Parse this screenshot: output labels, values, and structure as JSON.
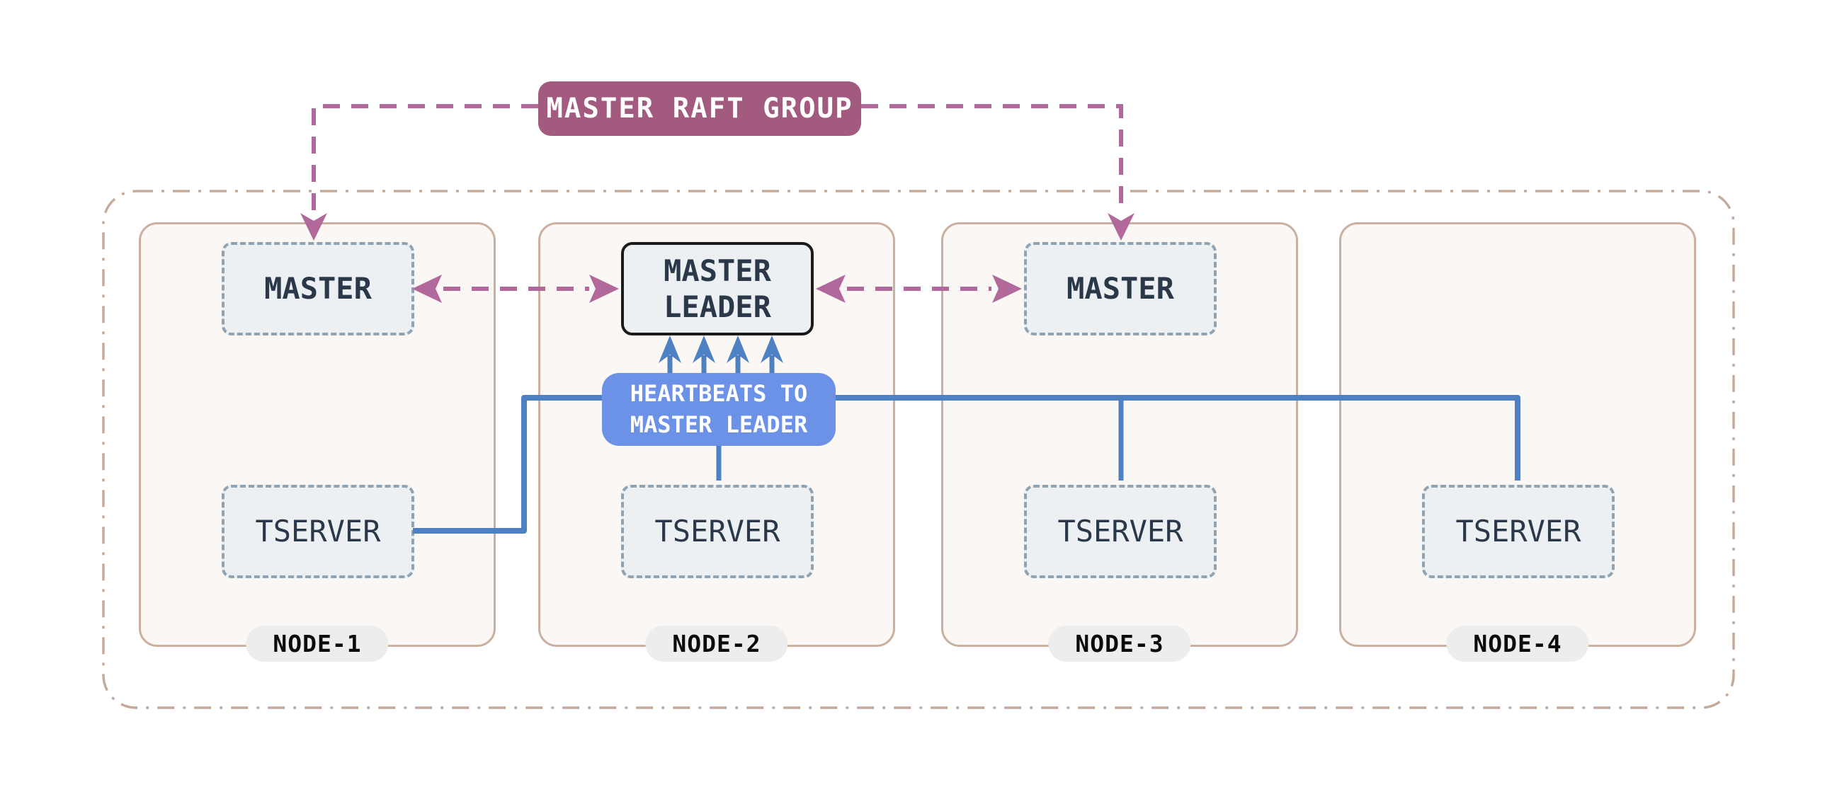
{
  "colors": {
    "mauve-fill": "#A25A7E",
    "mauve-line": "#B0699A",
    "blue-line": "#4E81C3",
    "blue-box": "#6B92E6",
    "node-border": "#C9B0A0",
    "node-fill": "#FAF7F4",
    "outer-border": "#C4AB9C",
    "comp-fill": "#ECF0F2",
    "comp-border": "#8FA3B2",
    "comp-text": "#2A3849",
    "leader-border": "#1B1B1B",
    "pill-fill": "#EDEDED",
    "pill-text": "#0B0B0B",
    "canvas-bg": "#FFFFFF"
  },
  "raft_group": {
    "label": "MASTER RAFT GROUP"
  },
  "heartbeats": {
    "label": "HEARTBEATS TO MASTER LEADER"
  },
  "nodes": [
    {
      "label": "NODE-1",
      "master": "MASTER",
      "tserver": "TSERVER"
    },
    {
      "label": "NODE-2",
      "master": "MASTER LEADER",
      "tserver": "TSERVER"
    },
    {
      "label": "NODE-3",
      "master": "MASTER",
      "tserver": "TSERVER"
    },
    {
      "label": "NODE-4",
      "tserver": "TSERVER"
    }
  ]
}
